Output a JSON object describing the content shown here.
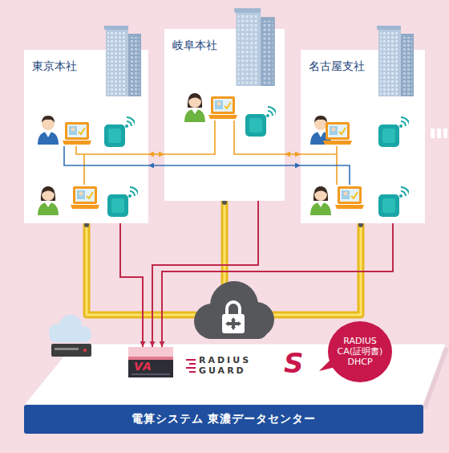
{
  "diagram": {
    "nodes": [
      {
        "text": [
          "東京本社"
        ]
      },
      {
        "text": [
          "岐阜本社"
        ]
      },
      {
        "text": [
          "名古屋支社"
        ]
      },
      {
        "text": [
          "RADIUS CA(証明書) DHCP"
        ]
      },
      {
        "text": [
          "電算システム 東濃データセンター"
        ]
      }
    ],
    "edges": [
      {
        "from": 0,
        "to": 1,
        "arrow": "both"
      },
      {
        "from": 1,
        "to": 2,
        "arrow": "both"
      },
      {
        "from": 0,
        "to": 2,
        "arrow": "both"
      }
    ],
    "labels": [
      "VA",
      "RADIUS GUARD",
      "S"
    ]
  }
}
